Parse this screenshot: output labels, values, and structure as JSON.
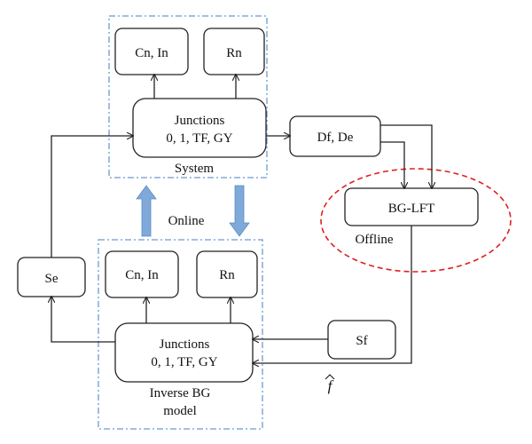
{
  "diagram": {
    "colors": {
      "frame": "#6b9bd1",
      "arrow_fill": "#7fa9d8",
      "ellipse": "#e02020",
      "stroke": "#222222"
    },
    "system": {
      "cn_in": "Cn, In",
      "rn": "Rn",
      "junctions_line1": "Junctions",
      "junctions_line2": "0, 1, TF, GY",
      "label": "System"
    },
    "df_de": "Df, De",
    "bg_lft": "BG-LFT",
    "offline": "Offline",
    "online": "Online",
    "se": "Se",
    "sf": "Sf",
    "inverse": {
      "cn_in": "Cn, In",
      "rn": "Rn",
      "junctions_line1": "Junctions",
      "junctions_line2": "0, 1, TF, GY",
      "label_line1": "Inverse BG",
      "label_line2": "model"
    },
    "f_hat": "f"
  }
}
